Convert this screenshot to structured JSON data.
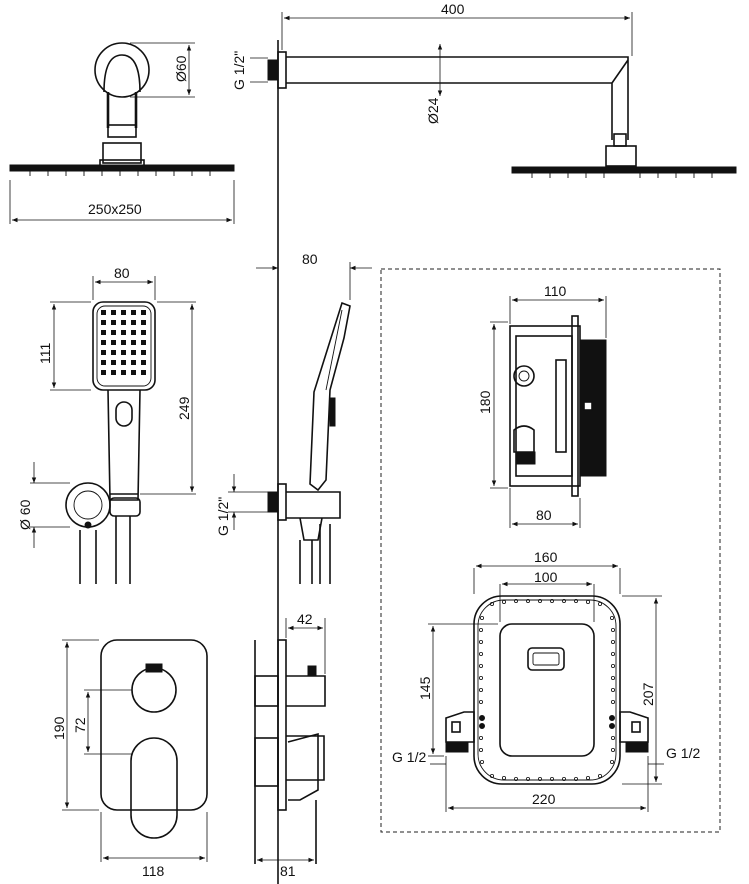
{
  "title": "",
  "shower_head": {
    "width_label": "250x250",
    "arm_diameter": "Ø60",
    "arm_length": "400",
    "pipe_diameter": "Ø24",
    "thread": "G 1/2\""
  },
  "hand_shower": {
    "head_width": "80",
    "head_height": "111",
    "total_length": "249",
    "holder_diameter": "Ø 60",
    "side_depth": "80",
    "thread": "G 1/2\""
  },
  "mixer": {
    "plate_height": "190",
    "handle_offset": "72",
    "plate_width": "118",
    "depth_total": "81",
    "spout_depth": "42"
  },
  "box": {
    "depth": "110",
    "height": "180",
    "body_depth": "80",
    "outer_width": "160",
    "inner_width": "100",
    "inner_height": "145",
    "outer_height": "207",
    "frame_width": "220",
    "thread_left": "G 1/2",
    "thread_right": "G 1/2"
  }
}
